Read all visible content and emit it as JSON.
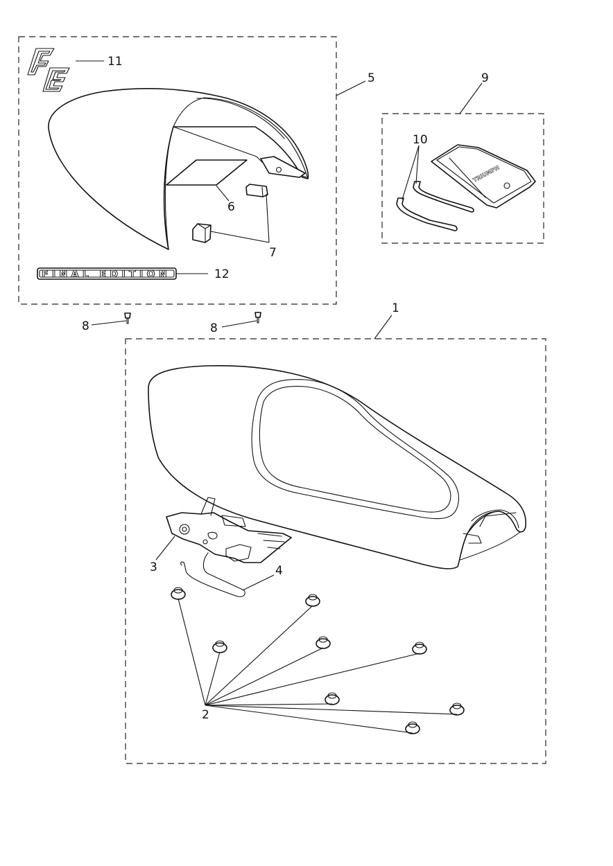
{
  "callouts": {
    "c1": "1",
    "c2": "2",
    "c3": "3",
    "c4": "4",
    "c5": "5",
    "c6": "6",
    "c7": "7",
    "c8a": "8",
    "c8b": "8",
    "c9": "9",
    "c10": "10",
    "c11": "11",
    "c12": "12"
  },
  "badge": {
    "fe_logo": "FE",
    "final_edition": "FINAL EDITION"
  },
  "tool_pouch_print": "TRIUMPH"
}
